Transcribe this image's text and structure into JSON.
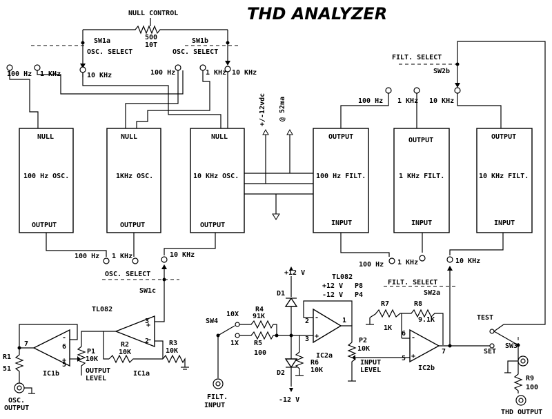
{
  "title": "THD ANALYZER",
  "null_control": {
    "label": "NULL CONTROL",
    "pot_value": "500",
    "pot_turns": "10T"
  },
  "sw1a": {
    "name": "SW1a",
    "function": "OSC. SELECT",
    "pos_100hz": "100 Hz",
    "pos_1khz": "1 KHz",
    "pos_10khz": "10 KHz"
  },
  "sw1b": {
    "name": "SW1b",
    "function": "OSC. SELECT",
    "pos_100hz": "100 Hz",
    "pos_1khz": "1 KHz",
    "pos_10khz": "10 KHz"
  },
  "sw1c": {
    "name": "SW1c",
    "function": "OSC. SELECT",
    "pos_100hz": "100 Hz",
    "pos_1khz": "1 KHz",
    "pos_10khz": "10 KHz"
  },
  "sw2b": {
    "name": "SW2b",
    "function": "FILT. SELECT",
    "pos_100hz": "100 Hz",
    "pos_1khz": "1 KHz",
    "pos_10khz": "10 KHz"
  },
  "sw2a": {
    "name": "SW2a",
    "function": "FILT. SELECT",
    "pos_100hz": "100 Hz",
    "pos_1khz": "1 KHz",
    "pos_10khz": "10 KHz"
  },
  "oscillators": [
    {
      "name": "100 Hz OSC.",
      "null_label": "NULL",
      "output_label": "OUTPUT"
    },
    {
      "name": "1KHz OSC.",
      "null_label": "NULL",
      "output_label": "OUTPUT"
    },
    {
      "name": "10 KHz OSC.",
      "null_label": "NULL",
      "output_label": "OUTPUT"
    }
  ],
  "filters": [
    {
      "name": "100 Hz FILT.",
      "output_label": "OUTPUT",
      "input_label": "INPUT"
    },
    {
      "name": "1 KHz FILT.",
      "output_label": "OUTPUT",
      "input_label": "INPUT"
    },
    {
      "name": "10 KHz FILT.",
      "output_label": "OUTPUT",
      "input_label": "INPUT"
    }
  ],
  "power": {
    "voltage": "+/-12vdc",
    "current": "@ 52ma"
  },
  "output_stage": {
    "ic_type": "TL082",
    "ic1a": "IC1a",
    "ic1b": "IC1b",
    "p1": "P1",
    "p1_value": "10K",
    "p1_function": "OUTPUT",
    "p1_function2": "LEVEL",
    "r1": "R1",
    "r1_value": "51",
    "r2": "R2",
    "r2_value": "10K",
    "r3": "R3",
    "r3_value": "10K",
    "jack_label": "OSC.",
    "jack_label2": "OUTPUT",
    "pin7": "7",
    "pin6": "6",
    "pin5": "5",
    "pin3": "3",
    "pin2": "2"
  },
  "input_stage": {
    "ic_type": "TL082",
    "supply_pos": "+12 V",
    "supply_neg": "-12 V",
    "pin8": "P8",
    "pin4": "P4",
    "plus12": "+12 V",
    "minus12": "-12 V",
    "d1": "D1",
    "d2": "D2",
    "sw4": "SW4",
    "sw4_10x": "10X",
    "sw4_1x": "1X",
    "r4": "R4",
    "r4_value": "91K",
    "r5": "R5",
    "r5_value": "100",
    "r6": "R6",
    "r6_value": "10K",
    "r7": "R7",
    "r7_value": "1K",
    "r8": "R8",
    "r8_value": "9.1K",
    "r9": "R9",
    "r9_value": "100",
    "p2": "P2",
    "p2_value": "10K",
    "p2_function": "INPUT",
    "p2_function2": "LEVEL",
    "ic2a": "IC2a",
    "ic2b": "IC2b",
    "sw3": "SW3",
    "sw3_test": "TEST",
    "sw3_set": "SET",
    "in_jack": "FILT.",
    "in_jack2": "INPUT",
    "out_jack": "THD OUTPUT",
    "pin2": "2",
    "pin3": "3",
    "pin1": "1",
    "pin6": "6",
    "pin5": "5",
    "pin7": "7"
  }
}
